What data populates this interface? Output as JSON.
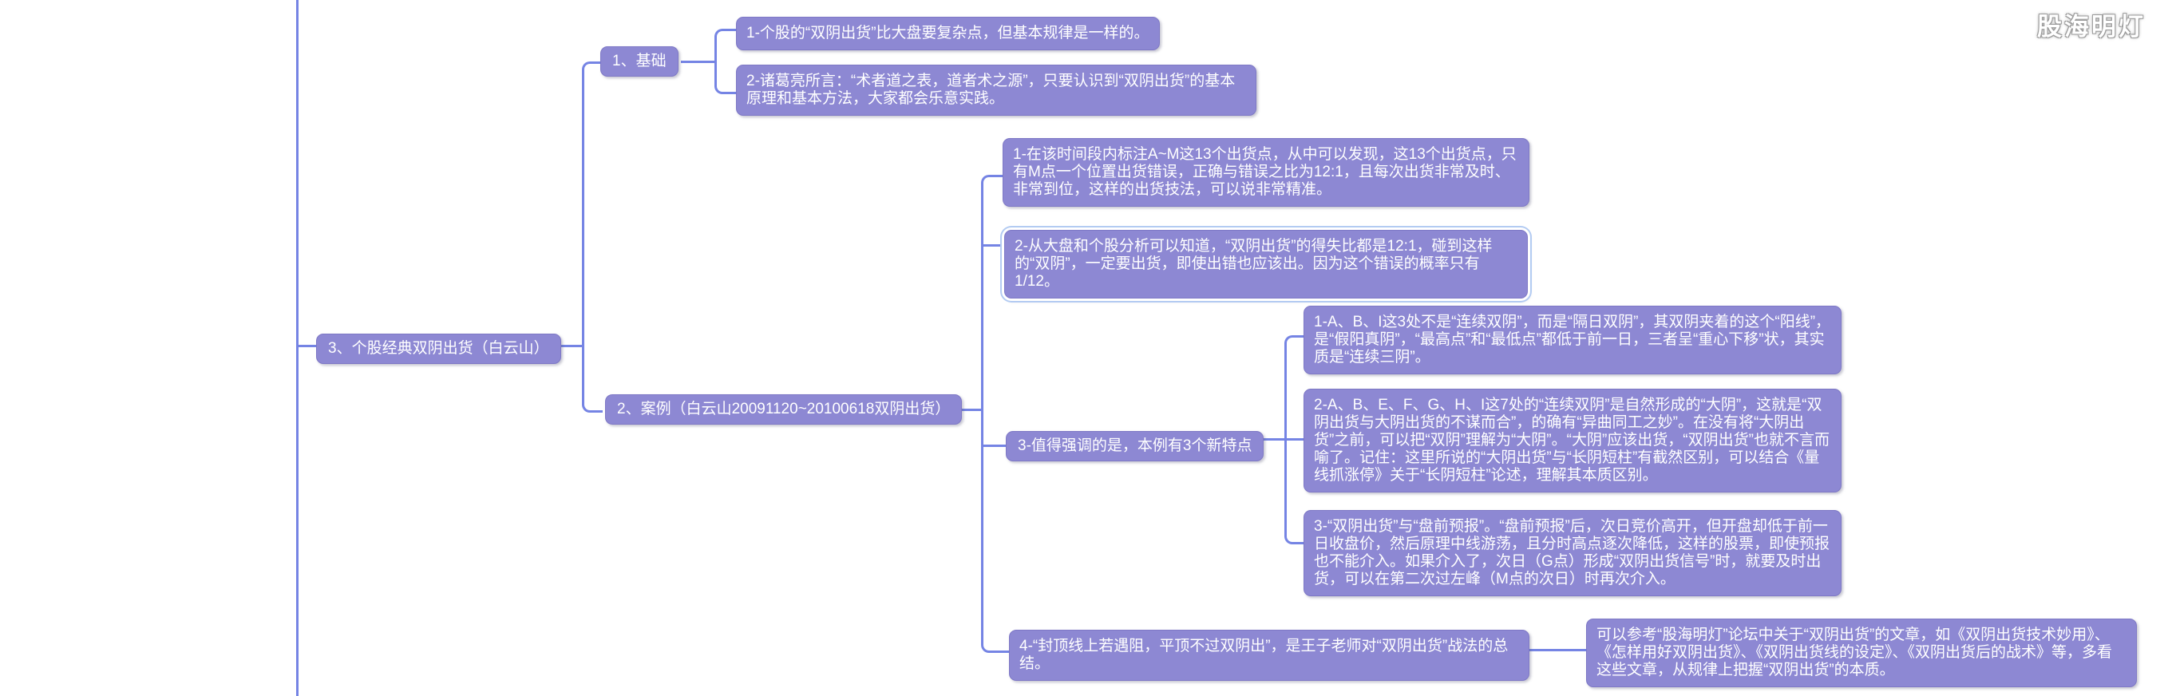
{
  "watermark": "股海明灯",
  "colors": {
    "node_fill": "#8d88d3",
    "node_border": "#7e78c6",
    "node_text": "#ffffff",
    "connector": "#7584e4",
    "selection_ring": "#b3cbf2",
    "background": "#ffffff"
  },
  "mindmap": {
    "root": "3、个股经典双阴出货（白云山）",
    "basics": {
      "label": "1、基础",
      "point1": "1-个股的“双阴出货”比大盘要复杂点，但基本规律是一样的。",
      "point2": "2-诸葛亮所言：“术者道之表，道者术之源”，只要认识到“双阴出货”的基本原理和基本方法，大家都会乐意实践。"
    },
    "case": {
      "label": "2、案例（白云山20091120~20100618双阴出货）",
      "point1": "1-在该时间段内标注A~M这13个出货点，从中可以发现，这13个出货点，只有M点一个位置出货错误，正确与错误之比为12:1，且每次出货非常及时、非常到位，这样的出货技法，可以说非常精准。",
      "point2": "2-从大盘和个股分析可以知道，“双阴出货”的得失比都是12:1，碰到这样的“双阴”，一定要出货，即使出错也应该出。因为这个错误的概率只有1/12。",
      "features": {
        "label": "3-值得强调的是，本例有3个新特点",
        "feature1": "1-A、B、I这3处不是“连续双阴”，而是“隔日双阴”，其双阴夹着的这个“阳线”，是“假阳真阴”，“最高点”和“最低点”都低于前一日，三者呈“重心下移”状，其实质是“连续三阴”。",
        "feature2": "2-A、B、E、F、G、H、I这7处的“连续双阴”是自然形成的“大阴”，这就是“双阴出货与大阴出货的不谋而合”，的确有“异曲同工之妙”。在没有将“大阴出货”之前，可以把“双阴”理解为“大阴”。“大阴”应该出货，“双阴出货”也就不言而喻了。记住：这里所说的“大阴出货”与“长阴短柱”有截然区别，可以结合《量线抓涨停》关于“长阴短柱”论述，理解其本质区别。",
        "feature3": "3-“双阴出货”与“盘前预报”。“盘前预报”后，次日竞价高开，但开盘却低于前一日收盘价，然后原理中线游荡，且分时高点逐次降低，这样的股票，即使预报也不能介入。如果介入了，次日（G点）形成“双阴出货信号”时，就要及时出货，可以在第二次过左峰（M点的次日）时再次介入。"
      },
      "point4": "4-“封顶线上若遇阻，平顶不过双阴出”，是王子老师对“双阴出货”战法的总结。",
      "reference": "可以参考“股海明灯”论坛中关于“双阴出货”的文章，如《双阴出货技术妙用》、《怎样用好双阴出货》、《双阴出货线的设定》、《双阴出货后的战术》等，多看这些文章，从规律上把握“双阴出货”的本质。"
    }
  }
}
